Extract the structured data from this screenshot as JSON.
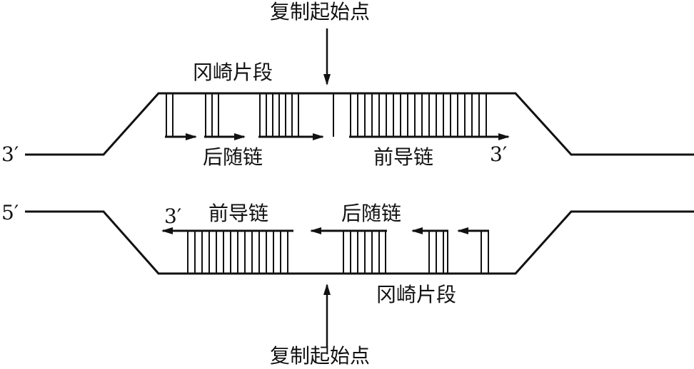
{
  "labels": {
    "origin_top": "复制起始点",
    "origin_bottom": "复制起始点",
    "okazaki_top": "冈崎片段",
    "okazaki_bottom": "冈崎片段",
    "lagging_top": "后随链",
    "leading_top": "前导链",
    "lagging_bottom": "后随链",
    "leading_bottom": "前导链",
    "end_top_left": "3′",
    "end_top_right": "3′",
    "end_bottom_left": "5′",
    "end_bottom_right": "3′"
  },
  "colors": {
    "line": "#111111",
    "background": "#ffffff"
  }
}
